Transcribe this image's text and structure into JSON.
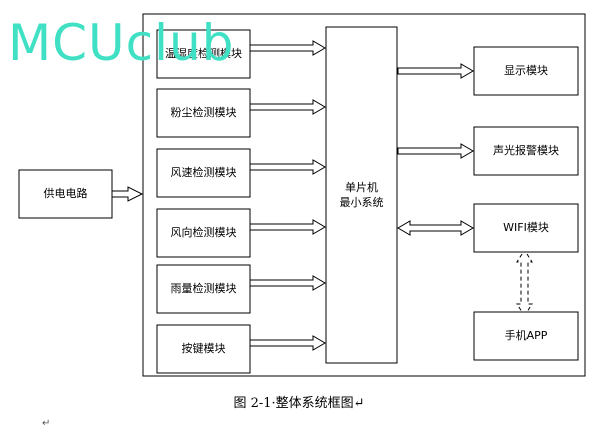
{
  "diagram": {
    "power": "供电电路",
    "sensors": [
      "温湿度检测模块",
      "粉尘检测模块",
      "风速检测模块",
      "风向检测模块",
      "雨量检测模块",
      "按键模块"
    ],
    "mcu": [
      "单片机",
      "最小系统"
    ],
    "outputs": [
      "显示模块",
      "声光报警模块",
      "WIFI模块"
    ],
    "phone": "手机APP"
  },
  "caption": "图 2-1·整体系统框图↵",
  "watermark": "MCUclub",
  "para_mark": "↵",
  "colors": {
    "line": "#000000",
    "watermark": "#3fe0c4"
  }
}
